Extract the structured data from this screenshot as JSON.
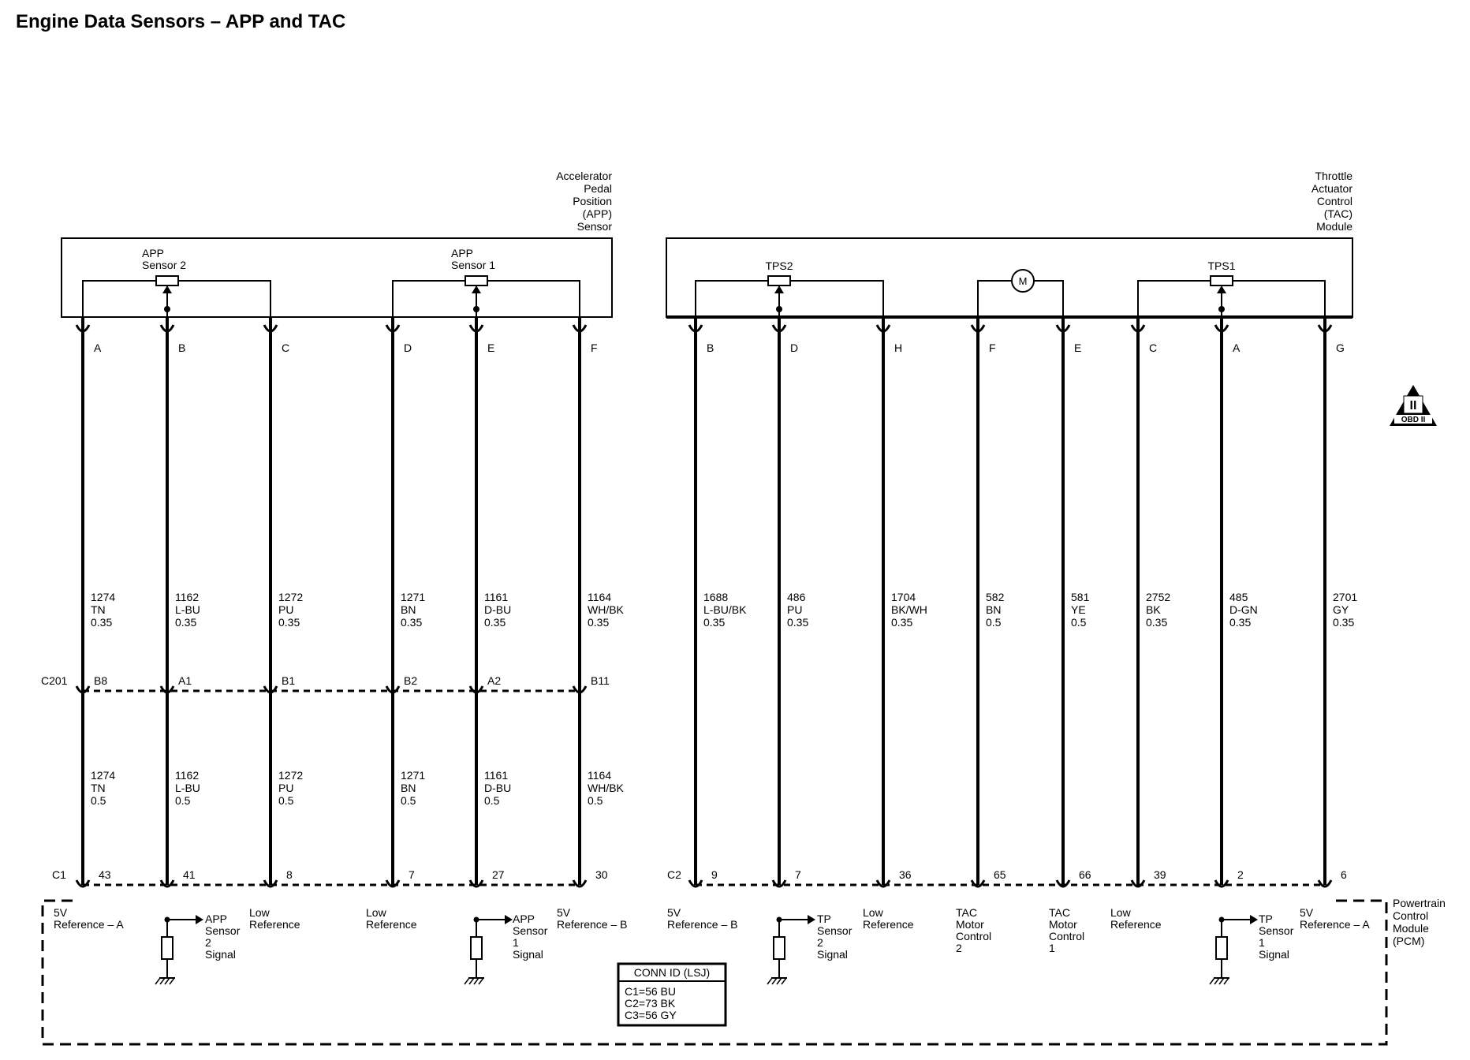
{
  "title": "Engine Data Sensors – APP and TAC",
  "app_sensor": {
    "label": [
      "Accelerator",
      "Pedal",
      "Position",
      "(APP)",
      "Sensor"
    ],
    "sensor2": [
      "APP",
      "Sensor 2"
    ],
    "sensor1": [
      "APP",
      "Sensor 1"
    ],
    "pins": [
      "A",
      "B",
      "C",
      "D",
      "E",
      "F"
    ]
  },
  "tac_module": {
    "label": [
      "Throttle",
      "Actuator",
      "Control",
      "(TAC)",
      "Module"
    ],
    "tps2": "TPS2",
    "tps1": "TPS1",
    "motor": "M",
    "pins": [
      "B",
      "D",
      "H",
      "F",
      "E",
      "C",
      "A",
      "G"
    ]
  },
  "obd_badge": {
    "numeral": "II",
    "text": "OBD II"
  },
  "inline_connector": {
    "name": "C201",
    "cavities": [
      "B8",
      "A1",
      "B1",
      "B2",
      "A2",
      "B11"
    ]
  },
  "app_wires_upper": [
    [
      "1274",
      "TN",
      "0.35"
    ],
    [
      "1162",
      "L-BU",
      "0.35"
    ],
    [
      "1272",
      "PU",
      "0.35"
    ],
    [
      "1271",
      "BN",
      "0.35"
    ],
    [
      "1161",
      "D-BU",
      "0.35"
    ],
    [
      "1164",
      "WH/BK",
      "0.35"
    ]
  ],
  "app_wires_lower": [
    [
      "1274",
      "TN",
      "0.5"
    ],
    [
      "1162",
      "L-BU",
      "0.5"
    ],
    [
      "1272",
      "PU",
      "0.5"
    ],
    [
      "1271",
      "BN",
      "0.5"
    ],
    [
      "1161",
      "D-BU",
      "0.5"
    ],
    [
      "1164",
      "WH/BK",
      "0.5"
    ]
  ],
  "tac_wires": [
    [
      "1688",
      "L-BU/BK",
      "0.35"
    ],
    [
      "486",
      "PU",
      "0.35"
    ],
    [
      "1704",
      "BK/WH",
      "0.35"
    ],
    [
      "582",
      "BN",
      "0.5"
    ],
    [
      "581",
      "YE",
      "0.5"
    ],
    [
      "2752",
      "BK",
      "0.35"
    ],
    [
      "485",
      "D-GN",
      "0.35"
    ],
    [
      "2701",
      "GY",
      "0.35"
    ]
  ],
  "pcm": {
    "label": [
      "Powertrain",
      "Control",
      "Module",
      "(PCM)"
    ],
    "c1": {
      "name": "C1",
      "pins": [
        "43",
        "41",
        "8",
        "7",
        "27",
        "30"
      ]
    },
    "c2": {
      "name": "C2",
      "pins": [
        "9",
        "7",
        "36",
        "65",
        "66",
        "39",
        "2",
        "6"
      ]
    },
    "circuit_labels_c1": [
      [
        "5V",
        "Reference – A"
      ],
      [
        "APP",
        "Sensor",
        "2",
        "Signal"
      ],
      [
        "Low",
        "Reference"
      ],
      [
        "Low",
        "Reference"
      ],
      [
        "APP",
        "Sensor",
        "1",
        "Signal"
      ],
      [
        "5V",
        "Reference – B"
      ]
    ],
    "circuit_labels_c2": [
      [
        "5V",
        "Reference – B"
      ],
      [
        "TP",
        "Sensor",
        "2",
        "Signal"
      ],
      [
        "Low",
        "Reference"
      ],
      [
        "TAC",
        "Motor",
        "Control",
        "2"
      ],
      [
        "TAC",
        "Motor",
        "Control",
        "1"
      ],
      [
        "Low",
        "Reference"
      ],
      [
        "TP",
        "Sensor",
        "1",
        "Signal"
      ],
      [
        "5V",
        "Reference – A"
      ]
    ],
    "conn_id": {
      "header": "CONN ID (LSJ)",
      "rows": [
        "C1=56 BU",
        "C2=73 BK",
        "C3=56 GY"
      ]
    }
  }
}
